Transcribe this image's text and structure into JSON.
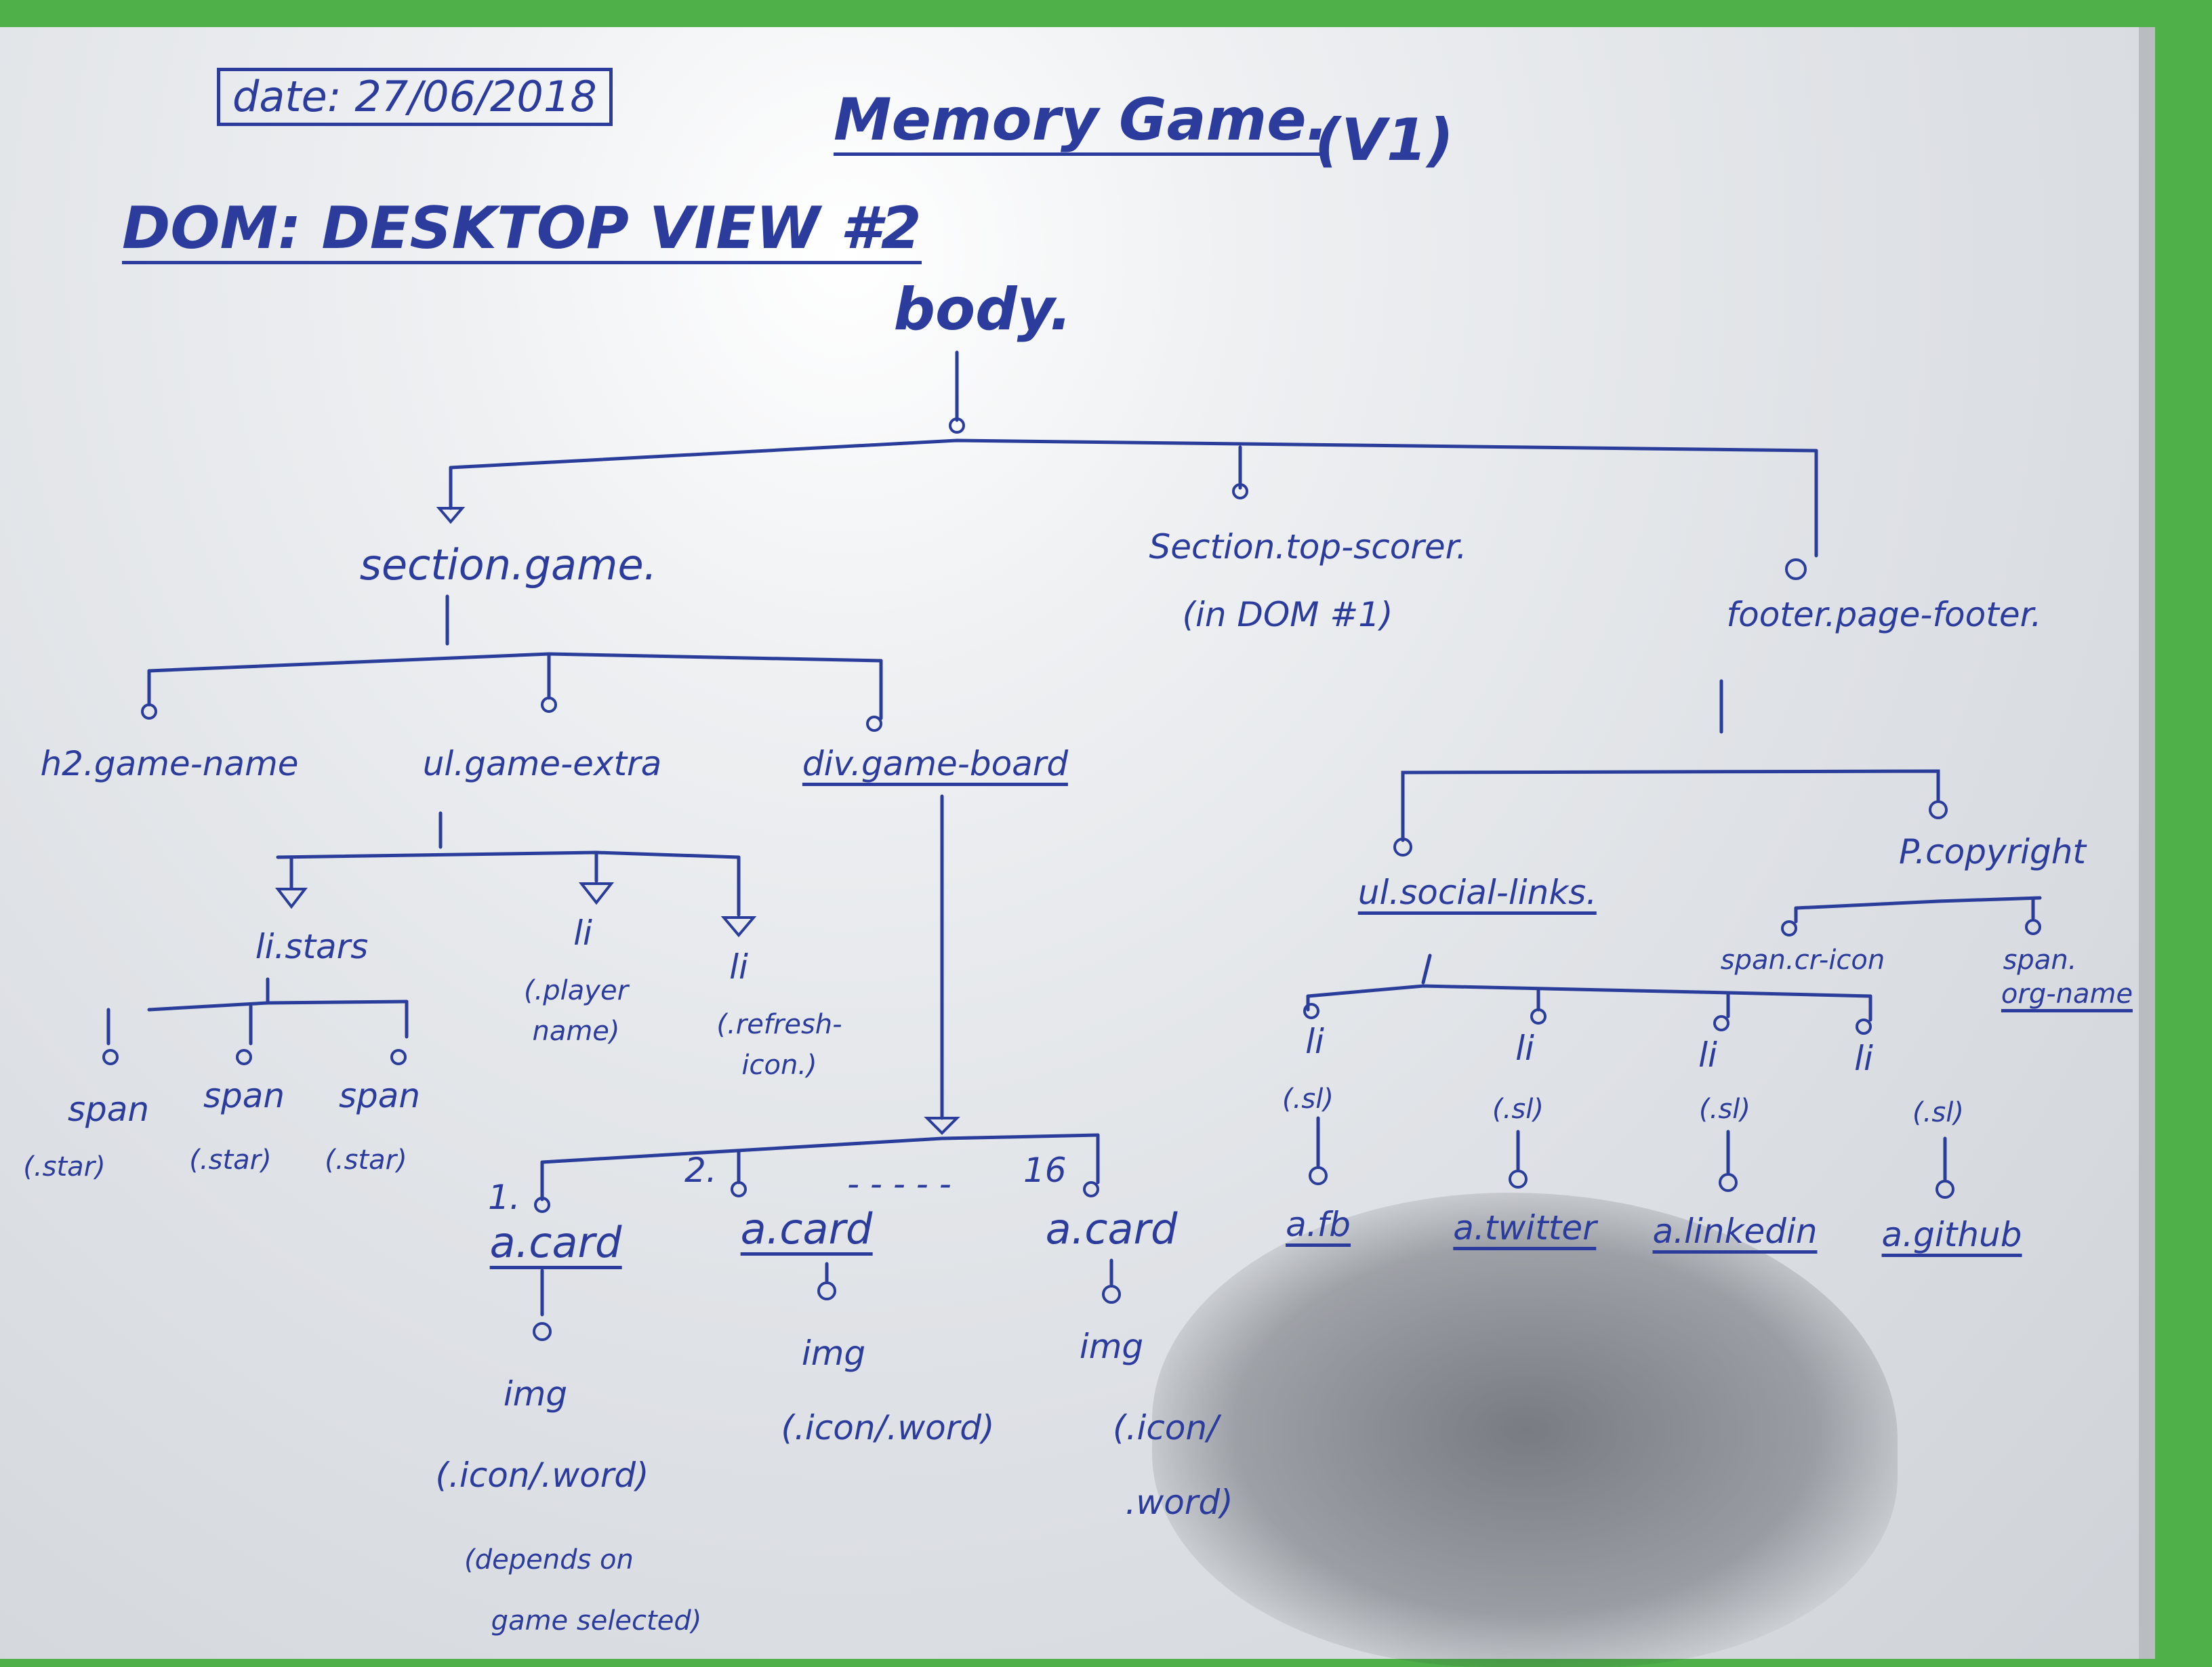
{
  "board": {
    "date": "date: 27/06/2018",
    "title": "Memory Game.",
    "version": "(V1)",
    "subtitle": "DOM: DESKTOP VIEW #2"
  },
  "tree": {
    "body": "body.",
    "section_game": "section.game.",
    "section_top_scorer": "Section.top-scorer.",
    "in_dom": "(in DOM #1)",
    "footer": "footer.page-footer.",
    "h2": "h2.game-name",
    "ul_game_extra": "ul.game-extra",
    "div_game_board": "div.game-board",
    "li_stars": "li.stars",
    "li_player": "li",
    "li_player_note_1": "(.player",
    "li_player_note_2": "name)",
    "li_refresh": "li",
    "li_refresh_note_1": "(.refresh-",
    "li_refresh_note_2": "icon.)",
    "span_label": "span",
    "span_1_class": "(.star)",
    "span_2_class": "(.star)",
    "span_3_class": "(.star)",
    "card_1_num": "1.",
    "card_2_num": "2.",
    "card_dots": "- - - - -",
    "card_16_num": "16",
    "card_label": "a.card",
    "img_label": "img",
    "img_1_note": "(.icon/.word)",
    "img_1_note_2": "(depends on",
    "img_1_note_3": "game selected)",
    "img_2_note": "(.icon/.word)",
    "img_3_note_1": "(.icon/",
    "img_3_note_2": ".word)",
    "ul_social": "ul.social-links.",
    "p_copyright": "P.copyright",
    "span_cr_icon": "span.cr-icon",
    "span_org": "span.",
    "span_org_2": "org-name",
    "li_sl": "li",
    "sl_1": "(.sl)",
    "sl_2": "(.sl)",
    "sl_3": "(.sl)",
    "sl_4": "(.sl)",
    "a_fb": "a.fb",
    "a_twitter": "a.twitter",
    "a_linkedin": "a.linkedin",
    "a_github": "a.github"
  },
  "colors": {
    "ink": "#2b3c9c",
    "board": "#e6e8eb",
    "frame": "#4fb04a"
  }
}
